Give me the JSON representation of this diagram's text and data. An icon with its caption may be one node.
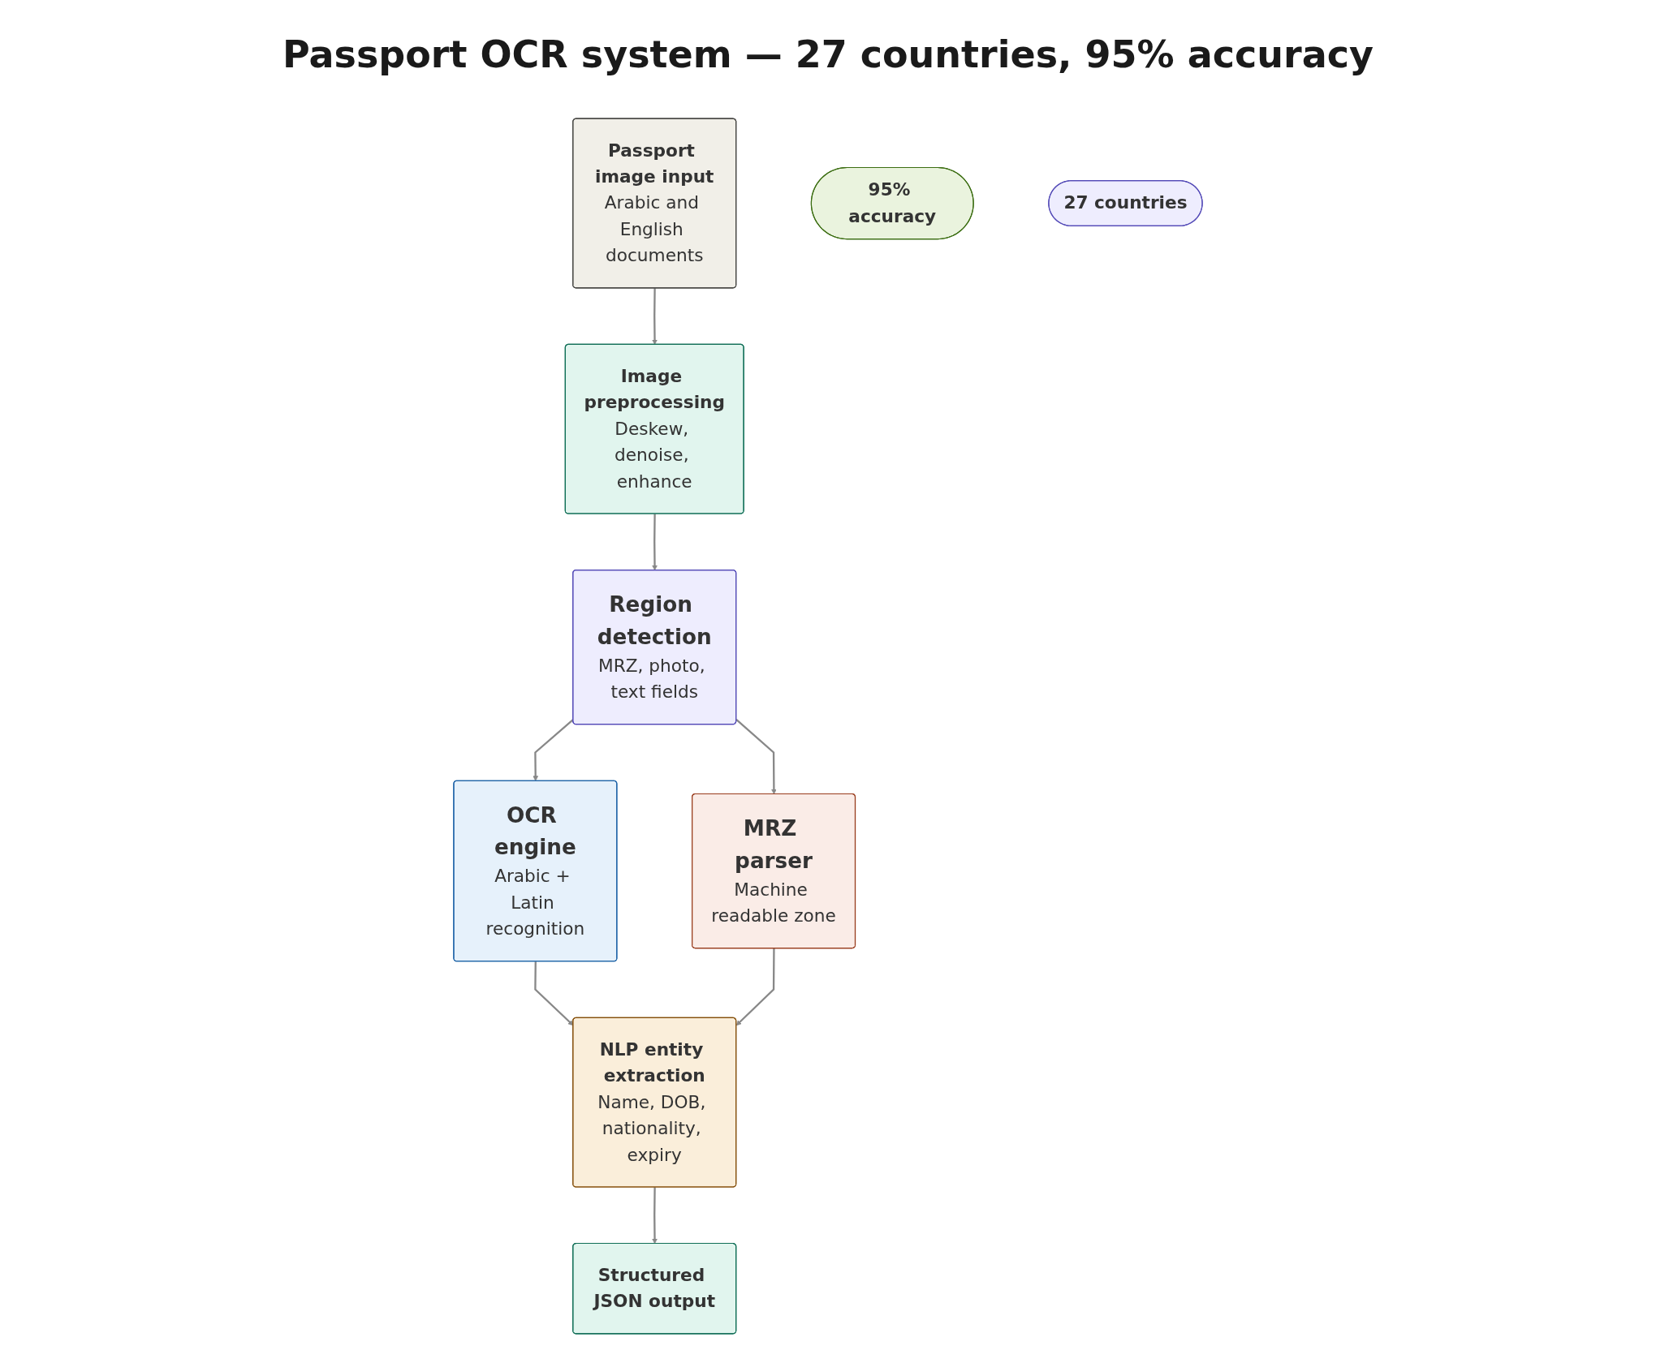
{
  "diagram": {
    "title": "Passport OCR system — 27 countries, 95% accuracy",
    "nodes": [
      {
        "text": [
          "Passport image input",
          "Arabic and English documents"
        ]
      },
      {
        "text": [
          "Image preprocessing",
          "Deskew, denoise, enhance"
        ]
      },
      {
        "text": [
          "Region detection",
          "MRZ, photo, text fields"
        ]
      },
      {
        "text": [
          "OCR engine",
          "Arabic + Latin recognition"
        ]
      },
      {
        "text": [
          "MRZ parser",
          "Machine readable zone"
        ]
      },
      {
        "text": [
          "NLP entity extraction",
          "Name, DOB, nationality, expiry"
        ]
      },
      {
        "text": [
          "Structured JSON output"
        ]
      },
      {
        "text": [
          "95% accuracy"
        ]
      },
      {
        "text": [
          "27 countries"
        ]
      }
    ],
    "edges": [
      {
        "from": 0,
        "to": 1,
        "arrow": "to"
      },
      {
        "from": 1,
        "to": 2,
        "arrow": "to"
      },
      {
        "from": 2,
        "to": 3,
        "arrow": "to"
      },
      {
        "from": 2,
        "to": 4,
        "arrow": "to"
      },
      {
        "from": 3,
        "to": 5,
        "arrow": "to"
      },
      {
        "from": 4,
        "to": 5,
        "arrow": "to"
      },
      {
        "from": 5,
        "to": 6,
        "arrow": "to"
      }
    ]
  }
}
